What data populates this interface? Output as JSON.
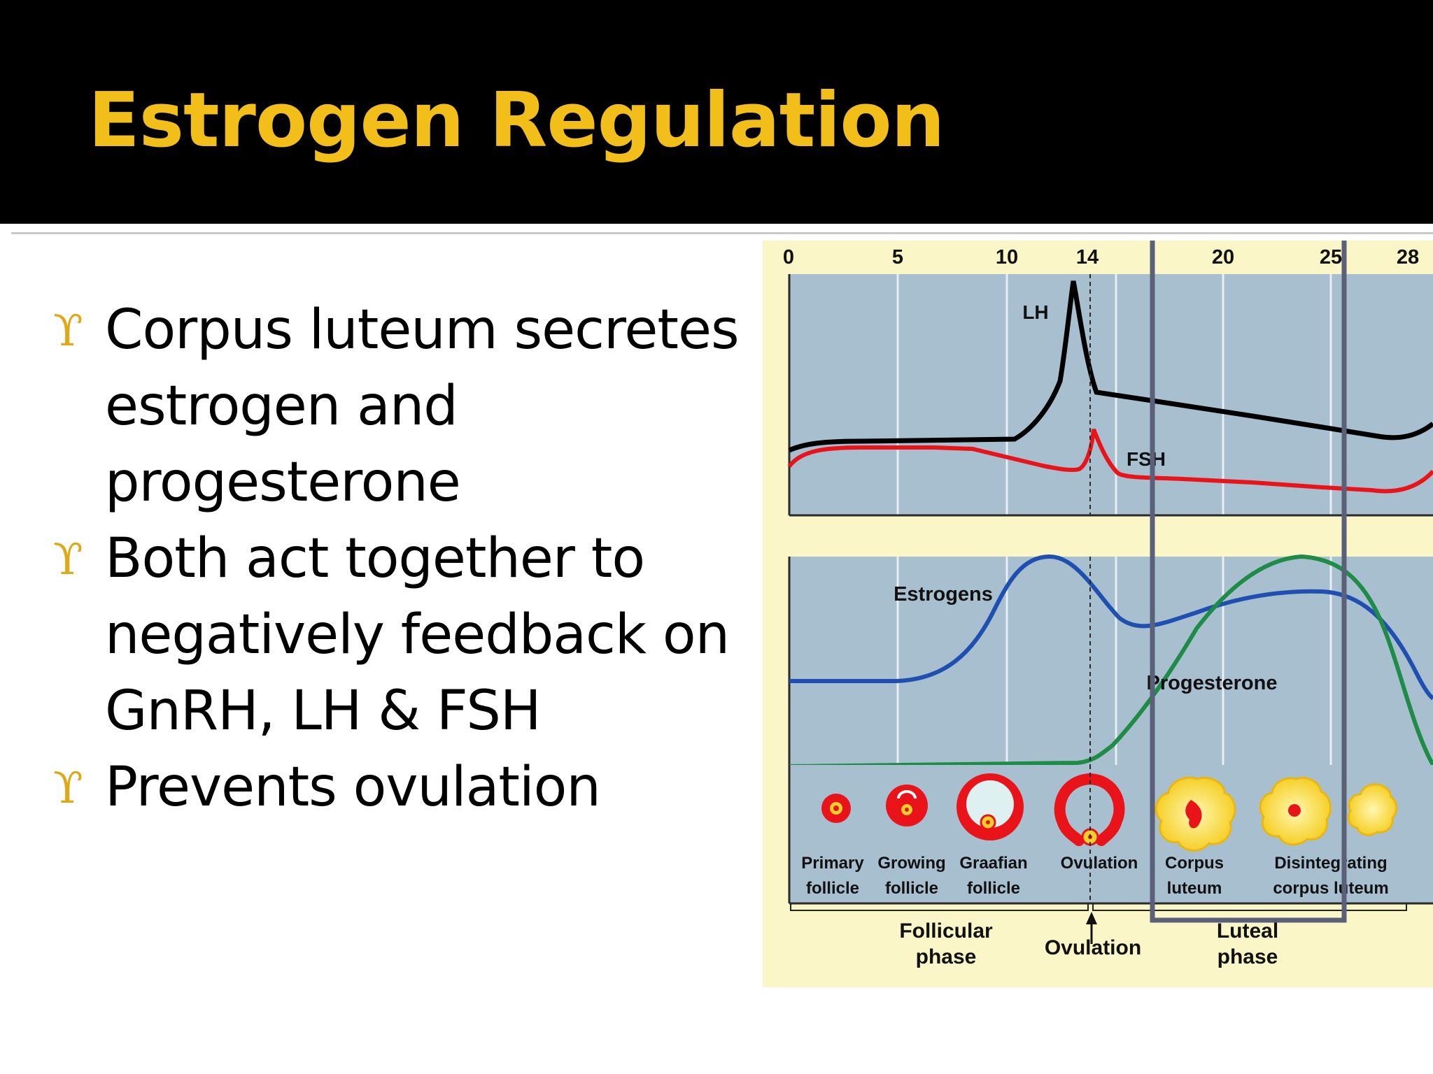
{
  "slide": {
    "title": "Estrogen Regulation",
    "bullet_glyph": "ϒ",
    "bullets": [
      "Corpus luteum secretes estrogen and progesterone",
      "Both act together to negatively feedback on GnRH, LH & FSH",
      "Prevents ovulation"
    ]
  },
  "colors": {
    "title": "#f2bf1a",
    "bullet": "#e0a814",
    "figure_bg": "#fbf6c8",
    "panel_bg": "#a8bfcf",
    "lh": "#000000",
    "fsh": "#e8141a",
    "estrogens": "#1f4fb0",
    "progesterone": "#1e8c46",
    "highlight_box": "#5a6078"
  },
  "figure": {
    "day_ticks": [
      "0",
      "5",
      "10",
      "14",
      "20",
      "25",
      "28"
    ],
    "labels": {
      "lh": "LH",
      "fsh": "FSH",
      "estrogens": "Estrogens",
      "progesterone": "Progesterone"
    },
    "stages": [
      {
        "line1": "Primary",
        "line2": "follicle"
      },
      {
        "line1": "Growing",
        "line2": "follicle"
      },
      {
        "line1": "Graafian",
        "line2": "follicle"
      },
      {
        "line1": "Ovulation",
        "line2": ""
      },
      {
        "line1": "Corpus",
        "line2": "luteum"
      },
      {
        "line1": "Disintegrating",
        "line2": "corpus luteum"
      }
    ],
    "phases": {
      "follicular_1": "Follicular",
      "follicular_2": "phase",
      "ovulation": "Ovulation",
      "luteal_1": "Luteal",
      "luteal_2": "phase"
    }
  }
}
